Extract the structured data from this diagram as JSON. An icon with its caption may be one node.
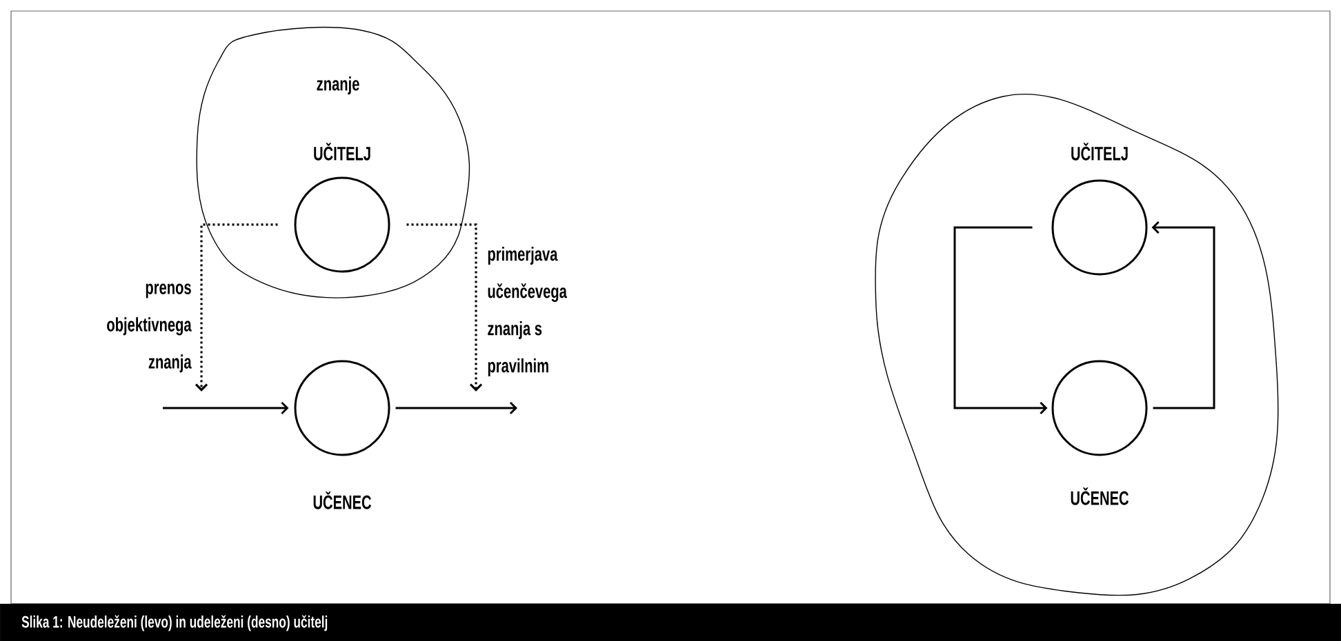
{
  "diagram": {
    "caption": "Slika 1: Neudeleženi (levo) in udeleženi (desno) učitelj",
    "nodes": [
      {
        "text": [
          "znanje"
        ]
      },
      {
        "text": [
          "UČITELJ"
        ],
        "in": 0
      },
      {
        "text": [
          "UČENEC"
        ]
      },
      {
        "text": [],
        "shape": "cloud"
      },
      {
        "text": [
          "UČITELJ"
        ],
        "in": 3
      },
      {
        "text": [
          "UČENEC"
        ],
        "in": 3
      }
    ],
    "edges": [
      {
        "from": null,
        "to": 2,
        "arrow": "to"
      },
      {
        "from": 2,
        "to": null,
        "arrow": "to"
      },
      {
        "from": 1,
        "to": null,
        "arrow": "to",
        "style": "dashed",
        "label": "prenos objektivnega znanja"
      },
      {
        "from": 1,
        "to": null,
        "arrow": "to",
        "style": "dashed",
        "label": "primerjava učenčevega znanja s pravilnim"
      },
      {
        "from": 4,
        "to": 5,
        "arrow": "to"
      },
      {
        "from": 5,
        "to": 4,
        "arrow": "to"
      }
    ]
  }
}
